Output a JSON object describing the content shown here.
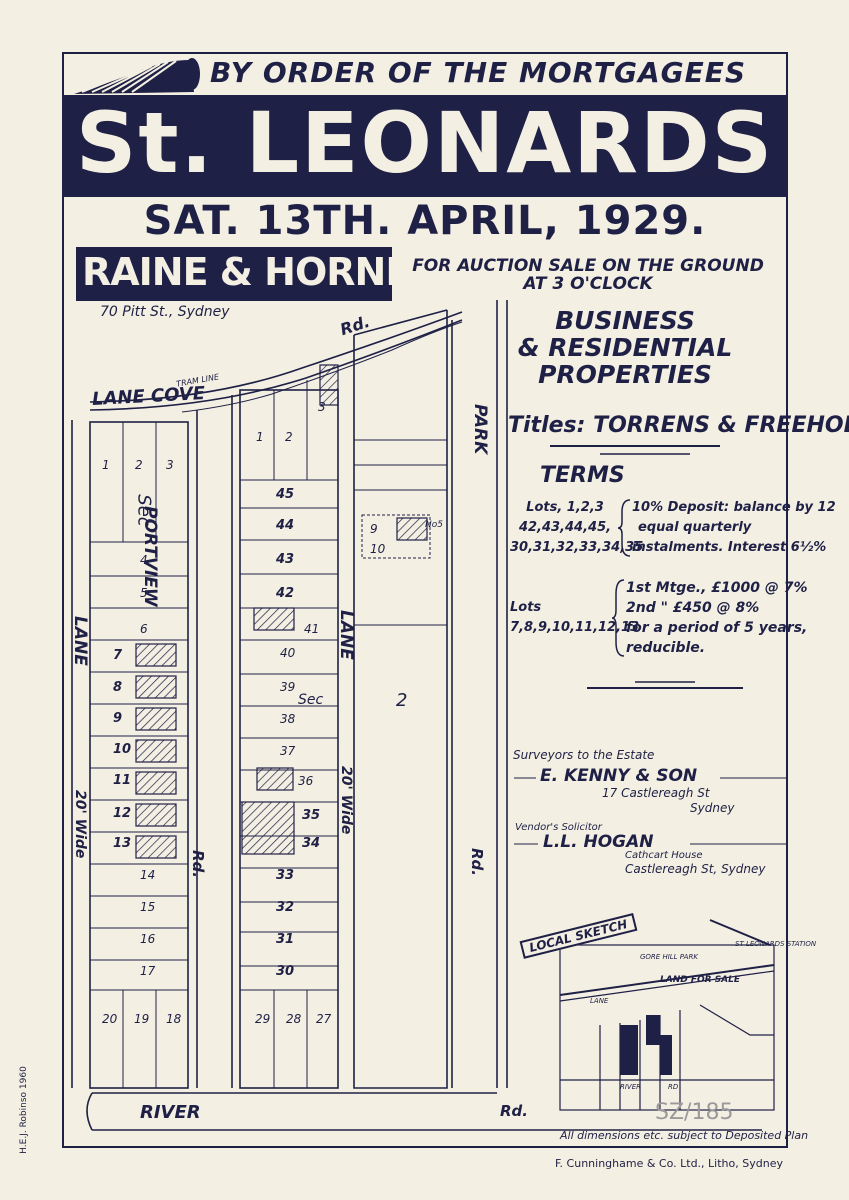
{
  "header": {
    "mortgagees": "BY ORDER OF THE MORTGAGEES",
    "title": "St. LEONARDS",
    "date": "SAT. 13TH. APRIL, 1929."
  },
  "agent": {
    "name": "RAINE & HORNE LTD",
    "address": "70 Pitt St., Sydney"
  },
  "auction": {
    "line1": "FOR AUCTION SALE ON THE GROUND",
    "line2": "AT 3 O'CLOCK"
  },
  "business": {
    "line1": "BUSINESS",
    "line2": "& RESIDENTIAL",
    "line3": "PROPERTIES"
  },
  "titles": "Titles: TORRENS & FREEHOLD",
  "terms": {
    "heading": "TERMS",
    "group1_lots": [
      "Lots, 1,2,3",
      "42,43,44,45,",
      "30,31,32,33,34,35"
    ],
    "group1_terms": [
      "10% Deposit: balance by 12",
      "equal quarterly",
      "instalments. Interest 6½%"
    ],
    "group2_lots": [
      "Lots",
      "7,8,9,10,11,12,13"
    ],
    "group2_terms": [
      "1st Mtge., £1000 @ 7%",
      "2nd  \"   £450 @ 8%",
      "for a period of 5 years,",
      "reducible."
    ]
  },
  "surveyor": {
    "caption": "Surveyors to the Estate",
    "name": "E. KENNY & SON",
    "addr1": "17 Castlereagh St",
    "addr2": "Sydney"
  },
  "solicitor": {
    "caption": "Vendor's Solicitor",
    "name": "L.L. HOGAN",
    "addr1": "Cathcart House",
    "addr2": "Castlereagh St, Sydney"
  },
  "disclaimer": "All dimensions etc. subject to Deposited Plan",
  "printer": "F. Cunninghame & Co. Ltd., Litho, Sydney",
  "stamp": "H.E.J. Robinso 1960",
  "archive_mark": "SZ/185",
  "streets": {
    "lane_cove": "LANE COVE",
    "tram_line": "TRAM LINE",
    "cove_rd": "Rd.",
    "portview": "PORTVIEW",
    "portview_rd": "Rd.",
    "lane_left": "LANE",
    "lane_left_width": "20' Wide",
    "lane_mid": "LANE",
    "lane_mid_width": "20' Wide",
    "park": "PARK",
    "park_rd": "Rd.",
    "river": "RIVER",
    "river_rd": "Rd."
  },
  "sections": {
    "sec_left": "Sec",
    "sec_mid": "Sec",
    "lot_two_large": "2"
  },
  "lots_left": [
    "1",
    "2",
    "3",
    "4",
    "5",
    "6",
    "7",
    "8",
    "9",
    "10",
    "11",
    "12",
    "13",
    "14",
    "15",
    "16",
    "17",
    "18",
    "19",
    "20"
  ],
  "lots_mid": [
    "1",
    "2",
    "3",
    "45",
    "44",
    "43",
    "42",
    "41",
    "40",
    "39",
    "38",
    "37",
    "36",
    "35",
    "34",
    "33",
    "32",
    "31",
    "30",
    "29",
    "28",
    "27"
  ],
  "lots_park": [
    "9",
    "10",
    "No5"
  ],
  "sketch": {
    "title": "LOCAL SKETCH",
    "land_for_sale": "LAND FOR SALE",
    "gore_hill": "GORE HILL PARK",
    "station": "ST LEONARDS STATION",
    "lane": "LANE",
    "river": "RIVER",
    "rd": "RD"
  },
  "colors": {
    "ink": "#1f2045",
    "paper": "#f3efe3"
  }
}
